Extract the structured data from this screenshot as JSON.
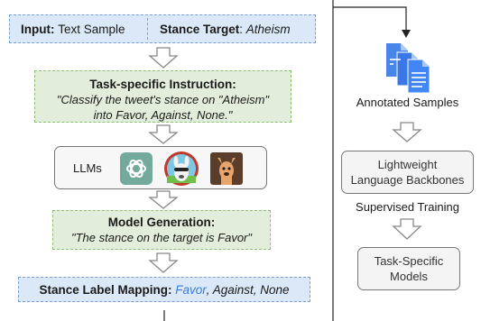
{
  "input": {
    "label": "Input:",
    "value": "Text Sample",
    "target_label": "Stance Target",
    "target_value": "Atheism"
  },
  "instruction": {
    "title": "Task-specific Instruction:",
    "line1": "\"Classify the tweet's stance on \"Atheism\"",
    "line2": "into Favor, Against, None.\""
  },
  "llms": {
    "label": "LLMs",
    "icons": [
      "chatgpt-icon",
      "llama-icon",
      "alpaca-icon"
    ]
  },
  "generation": {
    "title": "Model Generation:",
    "text": "\"The stance on the target is Favor\""
  },
  "mapping": {
    "label": "Stance Label Mapping:",
    "favor": "Favor",
    "rest": ", Against, None"
  },
  "right": {
    "annotated": "Annotated Samples",
    "backbone_line1": "Lightweight",
    "backbone_line2": "Language Backbones",
    "supervised": "Supervised Training",
    "tsm_line1": "Task-Specific",
    "tsm_line2": "Models"
  },
  "colors": {
    "blue_fill": "#dbe8f7",
    "blue_border": "#7aa0cf",
    "green_fill": "#e2eedb",
    "green_border": "#8cbf74",
    "favor_text": "#3b7dd8"
  }
}
